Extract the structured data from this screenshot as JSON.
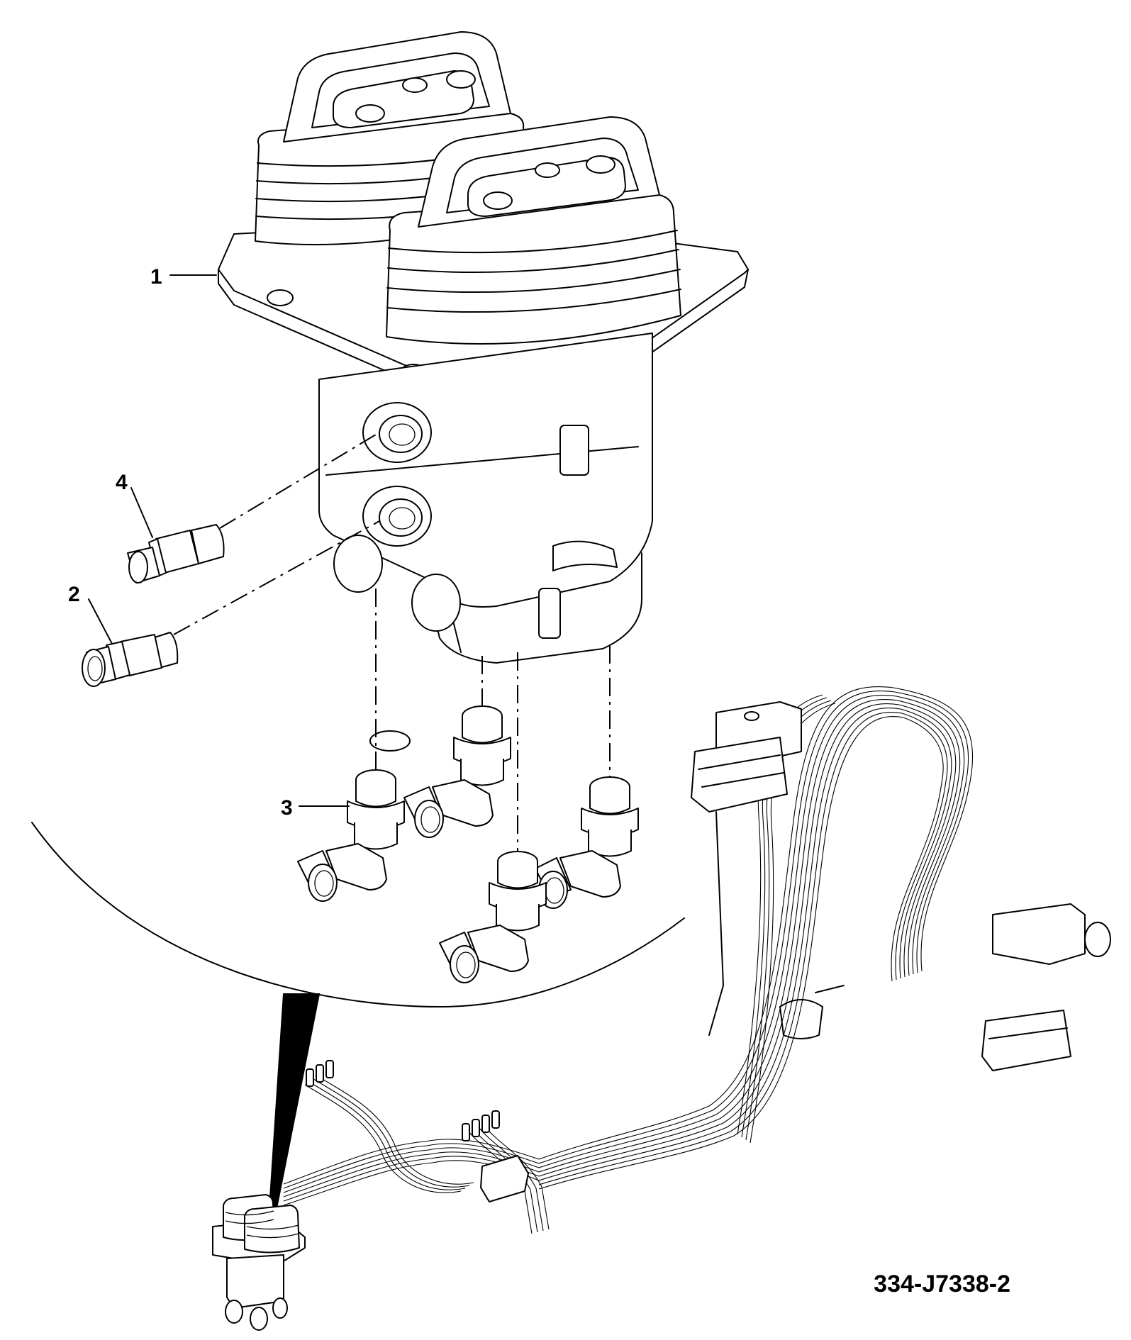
{
  "drawing_number": "334-J7338-2",
  "callouts": [
    {
      "id": "1",
      "label": "1"
    },
    {
      "id": "2",
      "label": "2"
    },
    {
      "id": "3",
      "label": "3"
    },
    {
      "id": "4",
      "label": "4"
    }
  ],
  "colors": {
    "line": "#000000",
    "background": "#ffffff"
  }
}
